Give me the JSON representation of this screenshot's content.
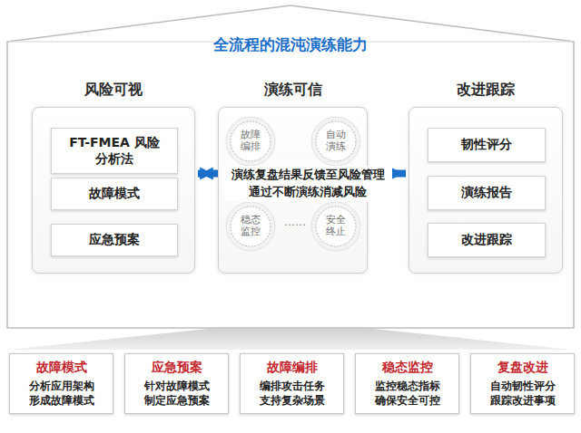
{
  "diagram": {
    "title": "全流程的混沌演练能力",
    "nodes": [
      {
        "text": [
          "风险可视"
        ]
      },
      {
        "text": [
          "FT-FMEA 风险分析法"
        ],
        "in": 0
      },
      {
        "text": [
          "故障模式"
        ],
        "in": 0
      },
      {
        "text": [
          "应急预案"
        ],
        "in": 0
      },
      {
        "text": [
          "演练可信"
        ]
      },
      {
        "text": [
          "故障编排"
        ],
        "in": 4
      },
      {
        "text": [
          "自动演练"
        ],
        "in": 4
      },
      {
        "text": [
          "稳态监控"
        ],
        "in": 4
      },
      {
        "text": [
          "安全终止"
        ],
        "in": 4
      },
      {
        "text": [
          "改进跟踪"
        ]
      },
      {
        "text": [
          "韧性评分"
        ],
        "in": 9
      },
      {
        "text": [
          "演练报告"
        ],
        "in": 9
      },
      {
        "text": [
          "改进跟踪"
        ],
        "in": 9
      },
      {
        "text": [
          "故障模式",
          "分析应用架构 形成故障模式"
        ]
      },
      {
        "text": [
          "应急预案",
          "针对故障模式 制定应急预案"
        ]
      },
      {
        "text": [
          "故障编排",
          "编排攻击任务 支持复杂场景"
        ]
      },
      {
        "text": [
          "稳态监控",
          "监控稳态指标 确保安全可控"
        ]
      },
      {
        "text": [
          "复盘改进",
          "自动韧性评分 跟踪改进事项"
        ]
      }
    ],
    "edges": [
      {
        "from": 0,
        "to": 4,
        "arrow": "to"
      },
      {
        "from": 4,
        "to": 9,
        "arrow": "to"
      },
      {
        "from": 9,
        "to": 0,
        "label": "演练复盘结果反馈至风险管理 通过不断演练消减风险",
        "arrow": "to"
      }
    ],
    "labels": [
      "……"
    ]
  }
}
